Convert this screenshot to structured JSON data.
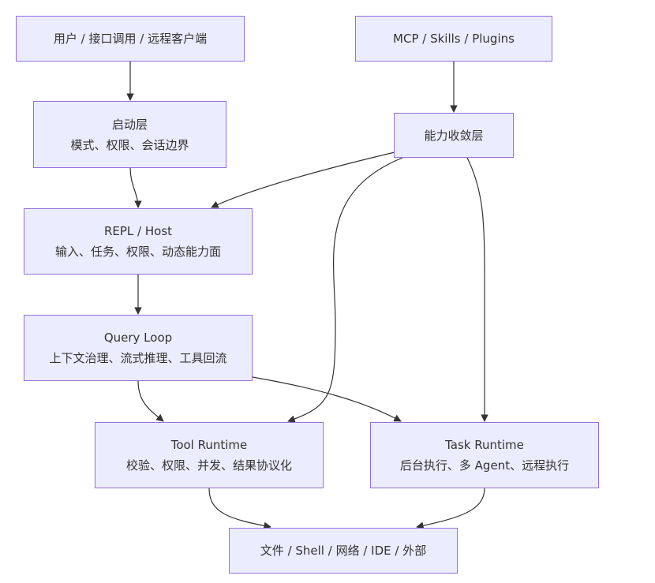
{
  "nodes": {
    "user": {
      "line1": "用户 / 接口调用 / 远程客户端"
    },
    "mcp": {
      "line1": "MCP / Skills / Plugins"
    },
    "boot": {
      "line1": "启动层",
      "line2": "模式、权限、会话边界"
    },
    "cap": {
      "line1": "能力收敛层"
    },
    "repl": {
      "line1": "REPL / Host",
      "line2": "输入、任务、权限、动态能力面"
    },
    "query": {
      "line1": "Query Loop",
      "line2": "上下文治理、流式推理、工具回流"
    },
    "tool": {
      "line1": "Tool Runtime",
      "line2": "校验、权限、并发、结果协议化"
    },
    "task": {
      "line1": "Task Runtime",
      "line2": "后台执行、多 Agent、远程执行"
    },
    "env": {
      "line1": "文件 / Shell / 网络 / IDE / 外部"
    }
  },
  "edges": [
    {
      "from": "user",
      "to": "boot"
    },
    {
      "from": "mcp",
      "to": "cap"
    },
    {
      "from": "boot",
      "to": "repl"
    },
    {
      "from": "cap",
      "to": "repl"
    },
    {
      "from": "cap",
      "to": "tool"
    },
    {
      "from": "cap",
      "to": "task"
    },
    {
      "from": "repl",
      "to": "query"
    },
    {
      "from": "query",
      "to": "tool"
    },
    {
      "from": "query",
      "to": "task"
    },
    {
      "from": "tool",
      "to": "env"
    },
    {
      "from": "task",
      "to": "env"
    }
  ],
  "colors": {
    "node_fill": "#ececff",
    "node_border": "#9370db",
    "edge": "#333333"
  }
}
